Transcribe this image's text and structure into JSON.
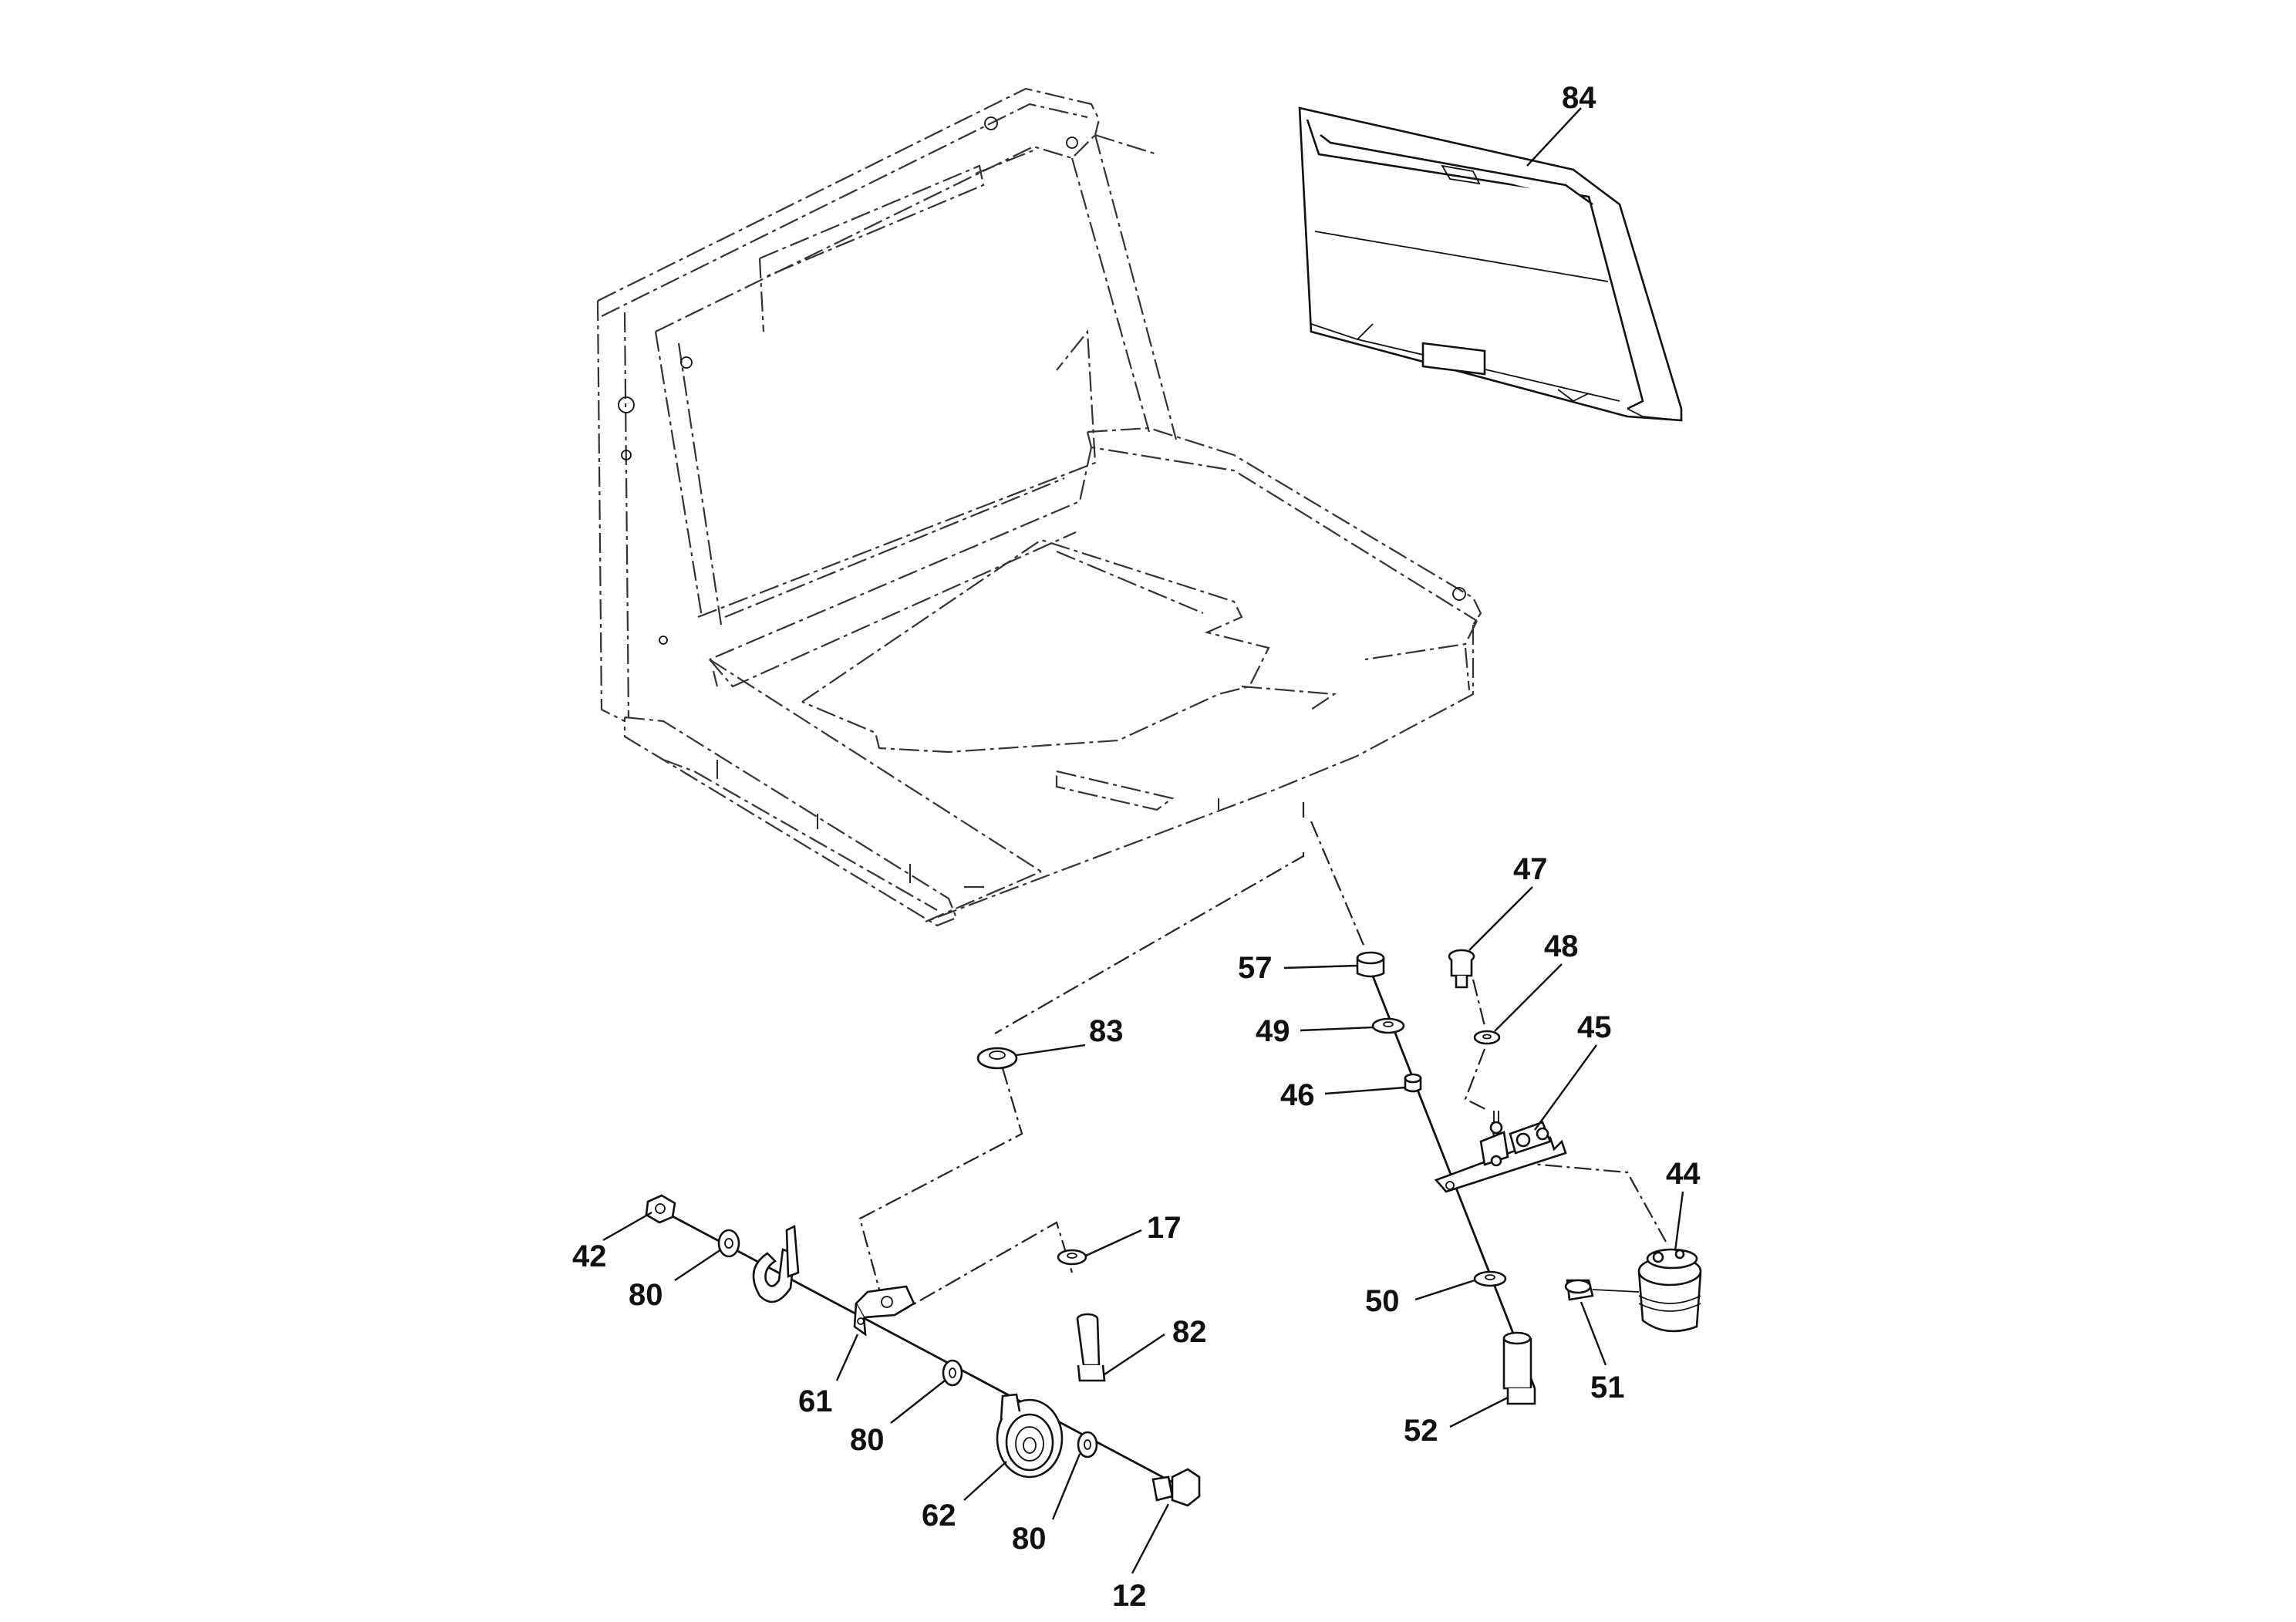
{
  "diagram": {
    "type": "exploded-parts-view",
    "callouts": [
      {
        "id": "84",
        "label": "84"
      },
      {
        "id": "83",
        "label": "83"
      },
      {
        "id": "57",
        "label": "57"
      },
      {
        "id": "49",
        "label": "49"
      },
      {
        "id": "46",
        "label": "46"
      },
      {
        "id": "47",
        "label": "47"
      },
      {
        "id": "48",
        "label": "48"
      },
      {
        "id": "45",
        "label": "45"
      },
      {
        "id": "44",
        "label": "44"
      },
      {
        "id": "50",
        "label": "50"
      },
      {
        "id": "51",
        "label": "51"
      },
      {
        "id": "52",
        "label": "52"
      },
      {
        "id": "42",
        "label": "42"
      },
      {
        "id": "80a",
        "label": "80"
      },
      {
        "id": "61",
        "label": "61"
      },
      {
        "id": "80b",
        "label": "80"
      },
      {
        "id": "62",
        "label": "62"
      },
      {
        "id": "80c",
        "label": "80"
      },
      {
        "id": "12",
        "label": "12"
      },
      {
        "id": "17",
        "label": "17"
      },
      {
        "id": "82",
        "label": "82"
      }
    ]
  },
  "colors": {
    "ink": "#111111",
    "background": "#ffffff"
  }
}
